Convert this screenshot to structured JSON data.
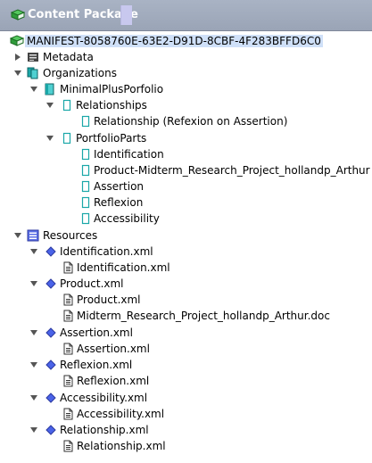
{
  "header": {
    "title": "Content Package",
    "icon": "book-icon"
  },
  "tree": [
    {
      "id": "manifest",
      "label": "MANIFEST-8058760E-63E2-D91D-8CBF-4F283BFFD6C0",
      "icon": "book-icon",
      "toggle": "none",
      "selected": true
    },
    {
      "id": "metadata",
      "label": "Metadata",
      "icon": "metadata-icon",
      "toggle": "collapsed"
    },
    {
      "id": "organizations",
      "label": "Organizations",
      "icon": "organizations-icon",
      "toggle": "expanded"
    },
    {
      "id": "org-minimal",
      "label": "MinimalPlusPorfolio",
      "icon": "organization-icon",
      "toggle": "expanded"
    },
    {
      "id": "relationships",
      "label": "Relationships",
      "icon": "item-icon",
      "toggle": "expanded"
    },
    {
      "id": "relationship-item",
      "label": "Relationship (Refexion on Assertion)",
      "icon": "item-icon",
      "toggle": "none"
    },
    {
      "id": "portfolioparts",
      "label": "PortfolioParts",
      "icon": "item-icon",
      "toggle": "expanded"
    },
    {
      "id": "pp-identification",
      "label": "Identification",
      "icon": "item-icon",
      "toggle": "none"
    },
    {
      "id": "pp-product",
      "label": "Product-Midterm_Research_Project_hollandp_Arthur",
      "icon": "item-icon",
      "toggle": "none"
    },
    {
      "id": "pp-assertion",
      "label": "Assertion",
      "icon": "item-icon",
      "toggle": "none"
    },
    {
      "id": "pp-reflexion",
      "label": "Reflexion",
      "icon": "item-icon",
      "toggle": "none"
    },
    {
      "id": "pp-accessibility",
      "label": "Accessibility",
      "icon": "item-icon",
      "toggle": "none"
    },
    {
      "id": "resources",
      "label": "Resources",
      "icon": "resources-icon",
      "toggle": "expanded"
    },
    {
      "id": "res-identification",
      "label": "Identification.xml",
      "icon": "resource-icon",
      "toggle": "expanded"
    },
    {
      "id": "file-identification",
      "label": "Identification.xml",
      "icon": "file-icon",
      "toggle": "none"
    },
    {
      "id": "res-product",
      "label": "Product.xml",
      "icon": "resource-icon",
      "toggle": "expanded"
    },
    {
      "id": "file-product",
      "label": "Product.xml",
      "icon": "file-icon",
      "toggle": "none"
    },
    {
      "id": "file-midterm",
      "label": "Midterm_Research_Project_hollandp_Arthur.doc",
      "icon": "file-icon",
      "toggle": "none"
    },
    {
      "id": "res-assertion",
      "label": "Assertion.xml",
      "icon": "resource-icon",
      "toggle": "expanded"
    },
    {
      "id": "file-assertion",
      "label": "Assertion.xml",
      "icon": "file-icon",
      "toggle": "none"
    },
    {
      "id": "res-reflexion",
      "label": "Reflexion.xml",
      "icon": "resource-icon",
      "toggle": "expanded"
    },
    {
      "id": "file-reflexion",
      "label": "Reflexion.xml",
      "icon": "file-icon",
      "toggle": "none"
    },
    {
      "id": "res-accessibility",
      "label": "Accessibility.xml",
      "icon": "resource-icon",
      "toggle": "expanded"
    },
    {
      "id": "file-accessibility",
      "label": "Accessibility.xml",
      "icon": "file-icon",
      "toggle": "none"
    },
    {
      "id": "res-relationship",
      "label": "Relationship.xml",
      "icon": "resource-icon",
      "toggle": "expanded"
    },
    {
      "id": "file-relationship",
      "label": "Relationship.xml",
      "icon": "file-icon",
      "toggle": "none"
    }
  ],
  "colors": {
    "header_bg": "#9ea8ba",
    "selection": "#cfe0f8",
    "book_green": "#2e9c3a",
    "teal": "#1aa7a8",
    "resource_blue": "#4a63e8"
  }
}
